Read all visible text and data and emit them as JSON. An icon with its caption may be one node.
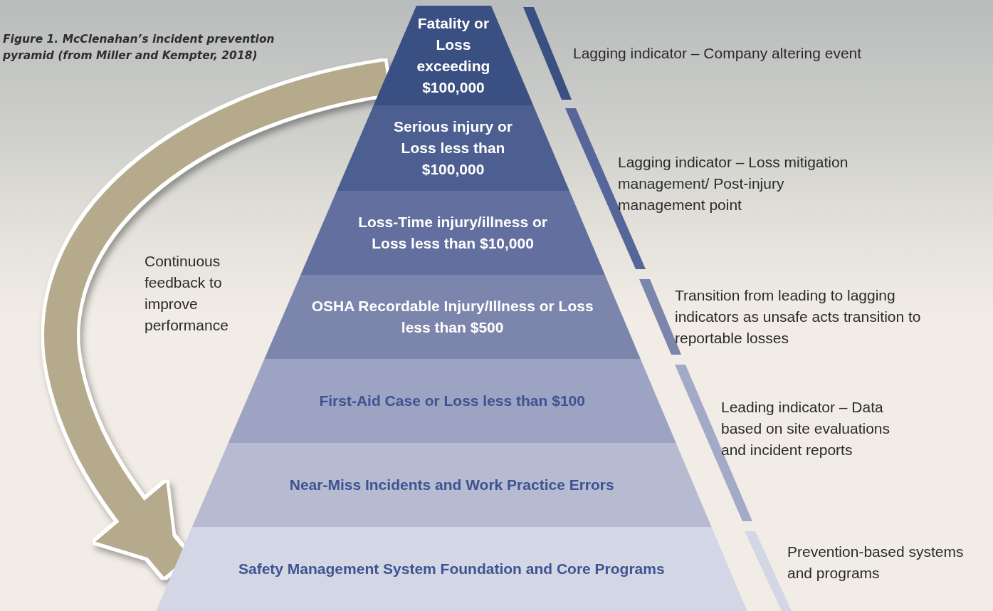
{
  "diagram": {
    "caption": "Figure 1. McClenahan’s incident prevention pyramid (from Miller and Kempter, 2018)",
    "nodes": [
      {
        "text": [
          "Fatality or Loss exceeding $100,000"
        ]
      },
      {
        "text": [
          "Serious injury or Loss less than $100,000"
        ]
      },
      {
        "text": [
          "Loss-Time injury/illness or Loss less than $10,000"
        ]
      },
      {
        "text": [
          "OSHA Recordable Injury/Illness or Loss less than $500"
        ]
      },
      {
        "text": [
          "First-Aid Case or Loss less than $100"
        ]
      },
      {
        "text": [
          "Near-Miss Incidents and Work Practice Errors"
        ]
      },
      {
        "text": [
          "Safety Management System Foundation and Core Programs"
        ]
      }
    ],
    "edges": [
      {
        "from": 0,
        "to": 6,
        "arrow": "to",
        "label": "Continuous feedback to improve performance"
      }
    ],
    "labels": [
      "Lagging indicator – Company altering event",
      "Lagging indicator – Loss mitigation management/ Post-injury management point",
      "Transition from leading to lagging indicators as unsafe acts transition to reportable losses",
      "Leading indicator – Data based on site evaluations and incident reports",
      "Prevention-based systems and programs"
    ]
  }
}
